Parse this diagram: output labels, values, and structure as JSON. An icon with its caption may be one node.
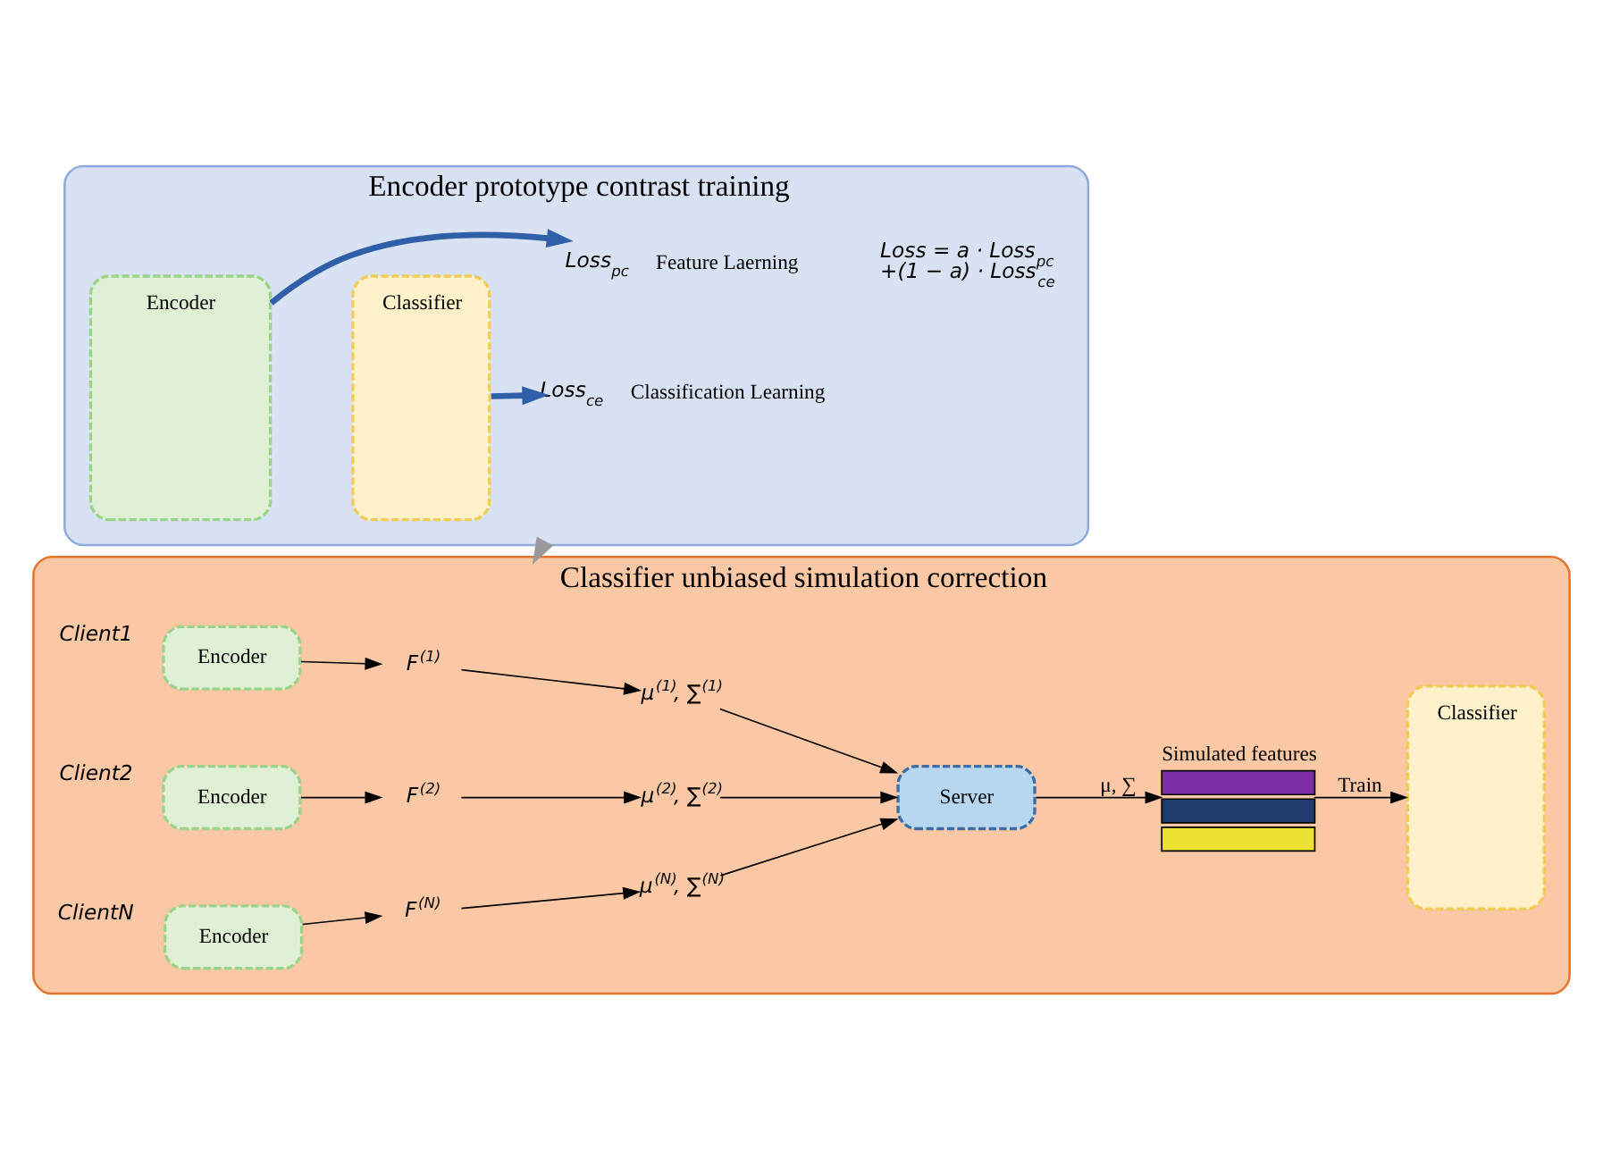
{
  "diagram": {
    "nodes": [
      {
        "text": [
          "Encoder prototype contrast training"
        ]
      },
      {
        "text": [
          "Encoder"
        ],
        "in": 0
      },
      {
        "text": [
          "Classifier"
        ],
        "in": 0
      },
      {
        "text": [
          "Feature Laerning"
        ],
        "in": 0,
        "beside": [
          "Loss$_{pc}$"
        ]
      },
      {
        "text": [
          "Classification Learning"
        ],
        "in": 0,
        "beside": [
          "Loss$_{ce}$"
        ]
      },
      {
        "text": [
          "Classifier unbiased simulation correction"
        ]
      },
      {
        "text": [
          "Encoder"
        ],
        "in": 5,
        "beside": [
          "Client1"
        ]
      },
      {
        "text": [
          "Encoder"
        ],
        "in": 5,
        "beside": [
          "Client2"
        ]
      },
      {
        "text": [
          "Encoder"
        ],
        "in": 5,
        "beside": [
          "ClientN"
        ]
      },
      {
        "text": [
          "F$^{(1)}$"
        ],
        "in": 5
      },
      {
        "text": [
          "F$^{(2)}$"
        ],
        "in": 5
      },
      {
        "text": [
          "F$^{(N)}$"
        ],
        "in": 5
      },
      {
        "text": [
          "μ$^{(1)}$, ∑$^{(1)}$"
        ],
        "in": 5
      },
      {
        "text": [
          "μ$^{(2)}$, ∑$^{(2)}$"
        ],
        "in": 5
      },
      {
        "text": [
          "μ$^{(N)}$, ∑$^{(N)}$"
        ],
        "in": 5
      },
      {
        "text": [
          "Server"
        ],
        "in": 5
      },
      {
        "text": [
          "Simulated features"
        ],
        "in": 5
      },
      {
        "text": [
          "Classifier"
        ],
        "in": 5
      }
    ],
    "edges": [
      {
        "from": 1,
        "to": 3,
        "arrow": "to",
        "style": "thick",
        "color": "#2e5fa8"
      },
      {
        "from": 2,
        "to": 4,
        "arrow": "to",
        "style": "thick",
        "color": "#2e5fa8"
      },
      {
        "from": 0,
        "to": 5,
        "arrow": "to",
        "style": "thick",
        "color": "#9a9a9a"
      },
      {
        "from": 6,
        "to": 9,
        "arrow": "to"
      },
      {
        "from": 7,
        "to": 10,
        "arrow": "to"
      },
      {
        "from": 8,
        "to": 11,
        "arrow": "to"
      },
      {
        "from": 9,
        "to": 12,
        "arrow": "to"
      },
      {
        "from": 10,
        "to": 13,
        "arrow": "to"
      },
      {
        "from": 11,
        "to": 14,
        "arrow": "to"
      },
      {
        "from": 12,
        "to": 15,
        "arrow": "to"
      },
      {
        "from": 13,
        "to": 15,
        "arrow": "to"
      },
      {
        "from": 14,
        "to": 15,
        "arrow": "to"
      },
      {
        "from": 15,
        "to": 16,
        "arrow": "to",
        "label": "μ, ∑"
      },
      {
        "from": 16,
        "to": 17,
        "arrow": "to",
        "label": "Train"
      }
    ],
    "labels": [
      "Loss = a · Loss$_{pc}$ +(1 − a) · Loss$_{ce}$"
    ]
  }
}
